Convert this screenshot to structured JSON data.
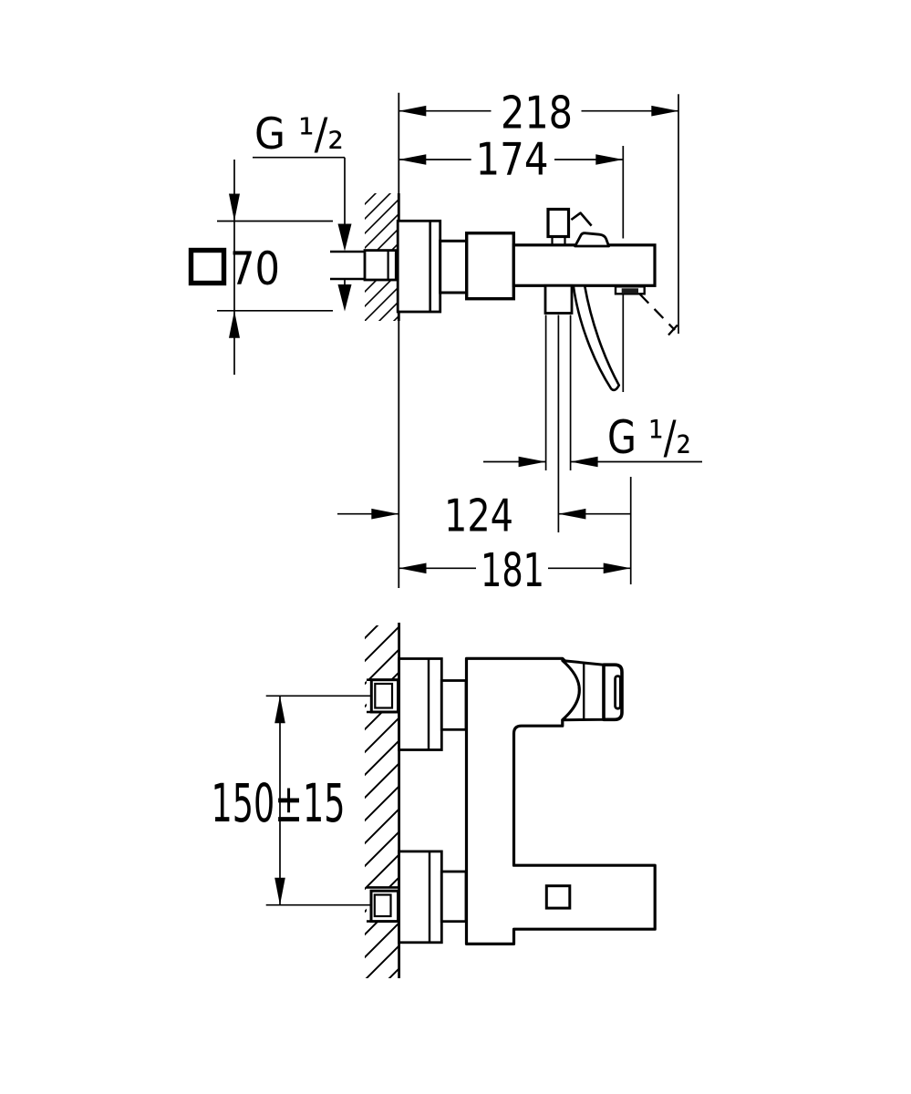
{
  "colors": {
    "background": "#ffffff",
    "ink": "#000000"
  },
  "side_view": {
    "dim_depth_total": "218",
    "dim_depth_handle": "174",
    "thread_inlet": "G ¹/₂",
    "dim_escutcheon": "70",
    "dim_outlet_offset": "124",
    "dim_depth_outlet": "181",
    "thread_outlet": "G ¹/₂"
  },
  "front_view": {
    "dim_connection_spacing": "150±15"
  }
}
